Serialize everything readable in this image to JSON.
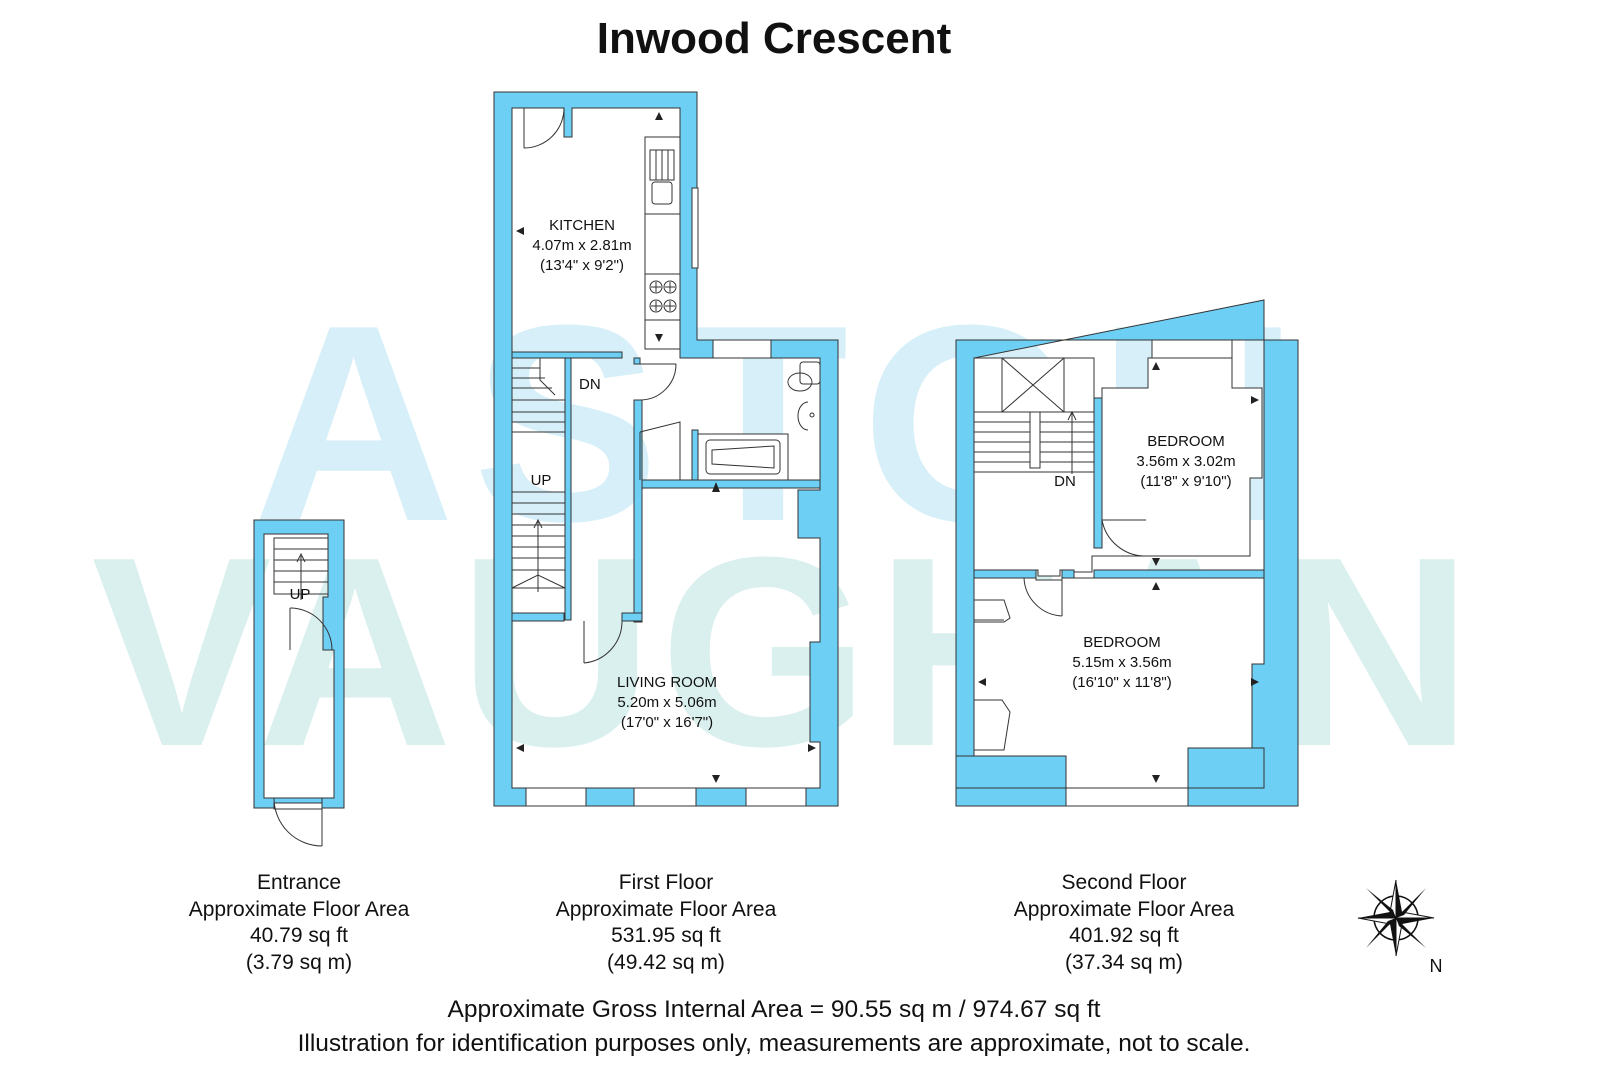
{
  "title": "Inwood Crescent",
  "watermark": {
    "line1": "ASTON",
    "line2": "VAUGHAN"
  },
  "rooms": {
    "kitchen": {
      "name": "KITCHEN",
      "metric": "4.07m x 2.81m",
      "imperial": "(13'4\" x 9'2\")"
    },
    "living": {
      "name": "LIVING ROOM",
      "metric": "5.20m x 5.06m",
      "imperial": "(17'0\" x 16'7\")"
    },
    "bedroom1": {
      "name": "BEDROOM",
      "metric": "3.56m x 3.02m",
      "imperial": "(11'8\" x 9'10\")"
    },
    "bedroom2": {
      "name": "BEDROOM",
      "metric": "5.15m x 3.56m",
      "imperial": "(16'10\" x 11'8\")"
    }
  },
  "stairs": {
    "entrance_up": "UP",
    "first_dn": "DN",
    "first_up": "UP",
    "second_dn": "DN"
  },
  "floors": {
    "entrance": {
      "name": "Entrance",
      "label": "Approximate Floor Area",
      "sqft": "40.79 sq ft",
      "sqm": "(3.79 sq m)"
    },
    "first": {
      "name": "First Floor",
      "label": "Approximate Floor Area",
      "sqft": "531.95 sq ft",
      "sqm": "(49.42 sq m)"
    },
    "second": {
      "name": "Second Floor",
      "label": "Approximate Floor Area",
      "sqft": "401.92 sq ft",
      "sqm": "(37.34 sq m)"
    }
  },
  "footer": {
    "gross": "Approximate Gross Internal Area = 90.55 sq m / 974.67 sq ft",
    "disclaimer": "Illustration for identification purposes only, measurements are approximate, not to scale."
  },
  "compass": {
    "north": "N"
  },
  "colors": {
    "wall": "#6ecff5",
    "watermark": "#d9f0ee",
    "watermark_top": "#d6eff8",
    "line": "#333333"
  }
}
